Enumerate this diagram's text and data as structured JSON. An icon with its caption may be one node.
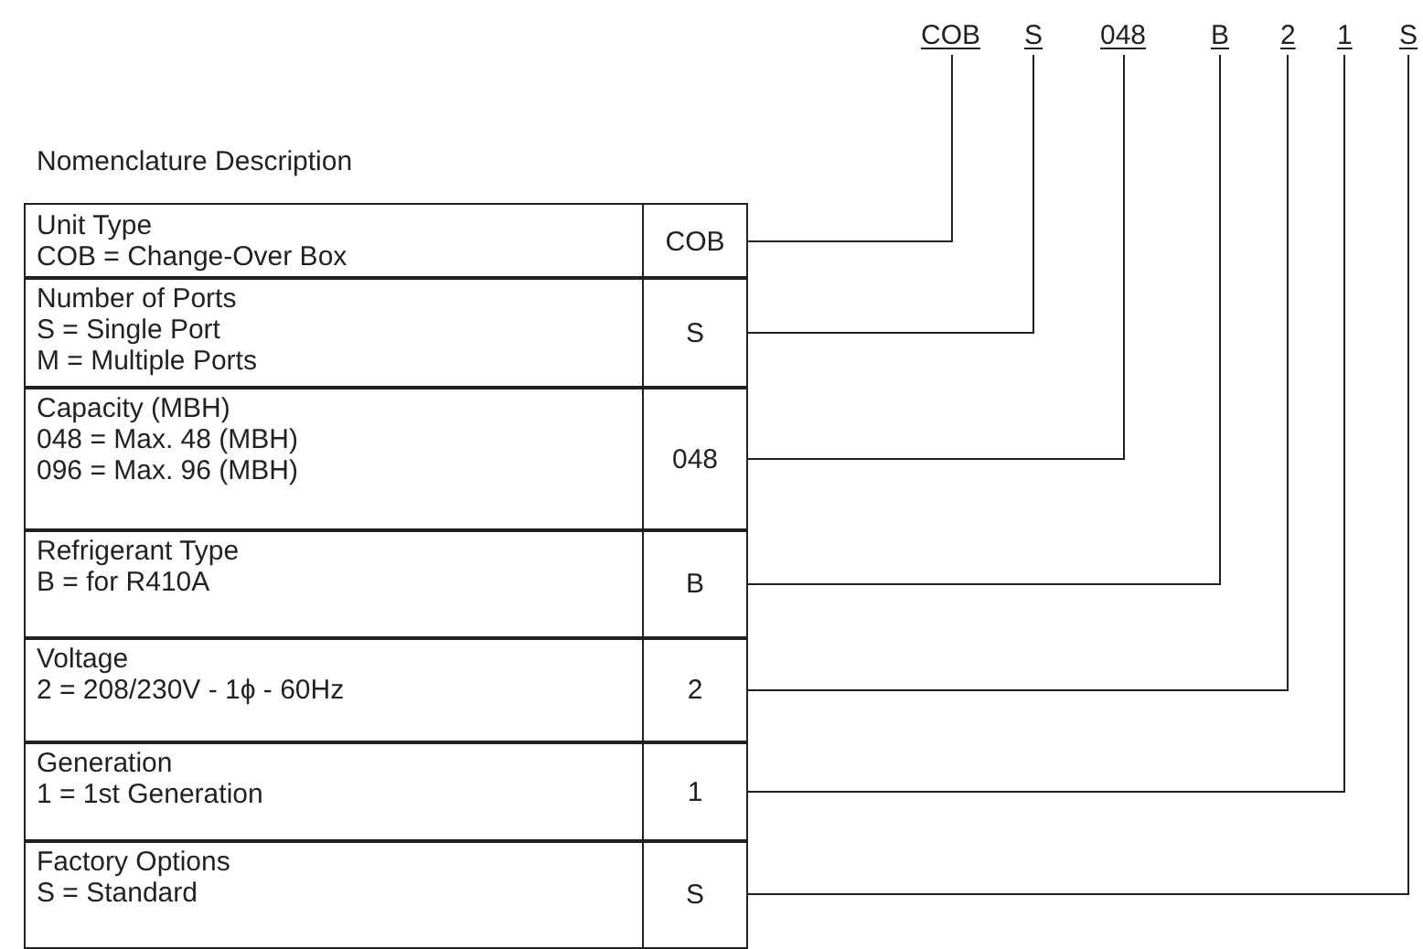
{
  "diagram": {
    "title": "Nomenclature Description",
    "nodes": [
      {
        "text": [
          "COB"
        ]
      },
      {
        "text": [
          "S"
        ]
      },
      {
        "text": [
          "048"
        ]
      },
      {
        "text": [
          "B"
        ]
      },
      {
        "text": [
          "2"
        ]
      },
      {
        "text": [
          "1"
        ]
      },
      {
        "text": [
          "S"
        ]
      },
      {
        "text": [
          "Unit Type",
          "COB = Change-Over Box"
        ]
      },
      {
        "text": [
          "COB"
        ]
      },
      {
        "text": [
          "Number of Ports",
          "S = Single Port",
          "M = Multiple Ports"
        ]
      },
      {
        "text": [
          "S"
        ]
      },
      {
        "text": [
          "Capacity (MBH)",
          "048 = Max. 48 (MBH)",
          "096 = Max. 96 (MBH)"
        ]
      },
      {
        "text": [
          "048"
        ]
      },
      {
        "text": [
          "Refrigerant Type",
          "B = for R410A"
        ]
      },
      {
        "text": [
          "B"
        ]
      },
      {
        "text": [
          "Voltage",
          "2 = 208/230V - 1ϕ - 60Hz"
        ]
      },
      {
        "text": [
          "2"
        ]
      },
      {
        "text": [
          "Generation",
          "1 = 1st Generation"
        ]
      },
      {
        "text": [
          "1"
        ]
      },
      {
        "text": [
          "Factory Options",
          "S = Standard"
        ]
      },
      {
        "text": [
          "S"
        ]
      }
    ],
    "edges": [
      {
        "from": 8,
        "to": 0,
        "arrow": "none"
      },
      {
        "from": 10,
        "to": 1,
        "arrow": "none"
      },
      {
        "from": 12,
        "to": 2,
        "arrow": "none"
      },
      {
        "from": 14,
        "to": 3,
        "arrow": "none"
      },
      {
        "from": 16,
        "to": 4,
        "arrow": "none"
      },
      {
        "from": 18,
        "to": 5,
        "arrow": "none"
      },
      {
        "from": 20,
        "to": 6,
        "arrow": "none"
      }
    ]
  }
}
